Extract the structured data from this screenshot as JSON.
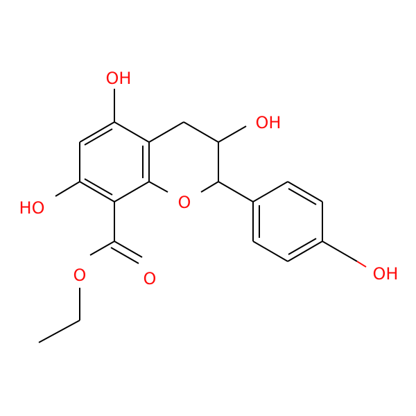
{
  "molecule": {
    "colors": {
      "bond": "#000000",
      "oxygen": "#ff0d0d",
      "background": "#ffffff"
    },
    "labels": {
      "oh_top": "OH",
      "oh_c3": "OH",
      "ho_left": "HO",
      "o_ring": "O",
      "oh_phenyl": "OH",
      "o_carbonyl": "O",
      "o_ester": "O"
    }
  }
}
